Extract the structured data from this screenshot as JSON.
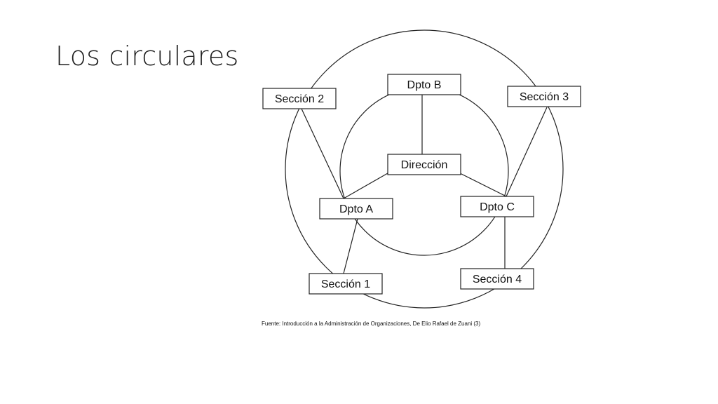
{
  "slide": {
    "title": "Los circulares"
  },
  "diagram": {
    "nodes": {
      "dpto_b": "Dpto B",
      "seccion_2": "Sección 2",
      "seccion_3": "Sección 3",
      "direccion": "Dirección",
      "dpto_a": "Dpto A",
      "dpto_c": "Dpto C",
      "seccion_1": "Sección 1",
      "seccion_4": "Sección 4"
    },
    "caption": "Fuente: Introducción a la Administración de Organizaciones, De Elio Rafael de Zuani (3)"
  }
}
